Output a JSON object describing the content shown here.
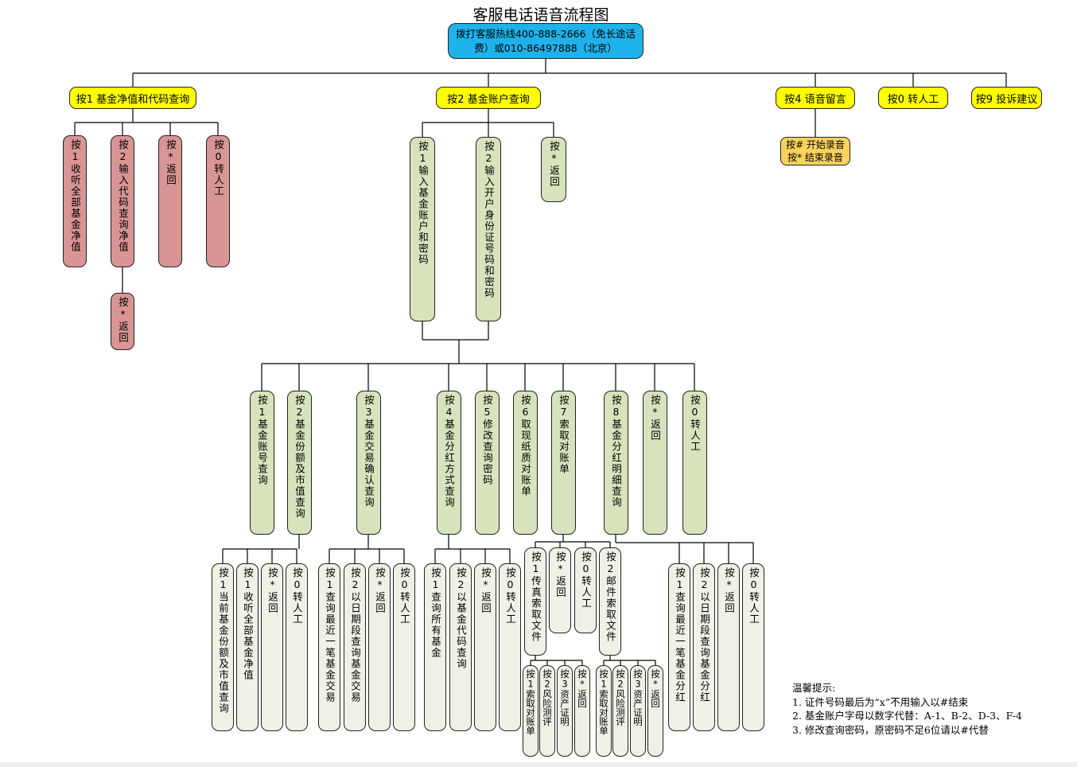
{
  "title": "客服电话语音流程图",
  "root": {
    "line1": "拨打客服热线400-888-2666（免长途话",
    "line2": "费）或010-86497888（北京）"
  },
  "menus": {
    "m1": "按1 基金净值和代码查询",
    "m2": "按2 基金账户查询",
    "m4": "按4 语音留言",
    "m0": "按0 转人工",
    "m9": "按9 投诉建议"
  },
  "voice_note": {
    "line1": "按# 开始录音",
    "line2": "按* 结束录音"
  },
  "m1_children": [
    "按1收听全部基金净值",
    "按2输入代码查询净值",
    "按*返回",
    "按0转人工"
  ],
  "m1_sub": "按*返回",
  "m2_children": [
    "按1输入基金账户和密码",
    "按2输入开户身份证号码和密码",
    "按*返回"
  ],
  "account_menu": [
    "按1基金账号查询",
    "按2基金份额及市值查询",
    "按3基金交易确认查询",
    "按4基金分红方式查询",
    "按5修改查询密码",
    "按6取现纸质对账单",
    "按7索取对账单",
    "按8基金分红明细查询",
    "按*返回",
    "按0转人工"
  ],
  "share_menu": [
    "按1当前基金份额及市值查询",
    "按1收听全部基金净值",
    "按*返回",
    "按0转人工"
  ],
  "trade_menu": [
    "按1查询最近一笔基金交易",
    "按2以日期段查询基金交易",
    "按*返回",
    "按0转人工"
  ],
  "dividend_menu": [
    "按1查询所有基金",
    "按2以基金代码查询",
    "按*返回",
    "按0转人工"
  ],
  "statement_menu": [
    "按1传真索取文件",
    "按*返回",
    "按0转人工",
    "按2邮件索取文件"
  ],
  "fax_menu": [
    "按1索取对账单",
    "按2风险测评",
    "按3资产证明",
    "按*返回"
  ],
  "mail_menu": [
    "按1索取对账单",
    "按2风险测评",
    "按3资产证明",
    "按*返回"
  ],
  "detail_menu": [
    "按1查询最近一笔基金分红",
    "按2以日期段查询基金分红",
    "按*返回",
    "按0转人工"
  ],
  "tips": {
    "heading": "温馨提示:",
    "lines": [
      "1. 证件号码最后为“x”不用输入以#结束",
      "2. 基金账户字母以数字代替：A-1、B-2、D-3、F-4",
      "3. 修改查询密码，原密码不足6位请以#代替"
    ]
  },
  "colors": {
    "root": "#1fb2ea",
    "menu": "#ffff00",
    "note": "#fbd25c",
    "red": "#d99494",
    "green": "#d6e3bc",
    "white": "#eef1e6"
  }
}
